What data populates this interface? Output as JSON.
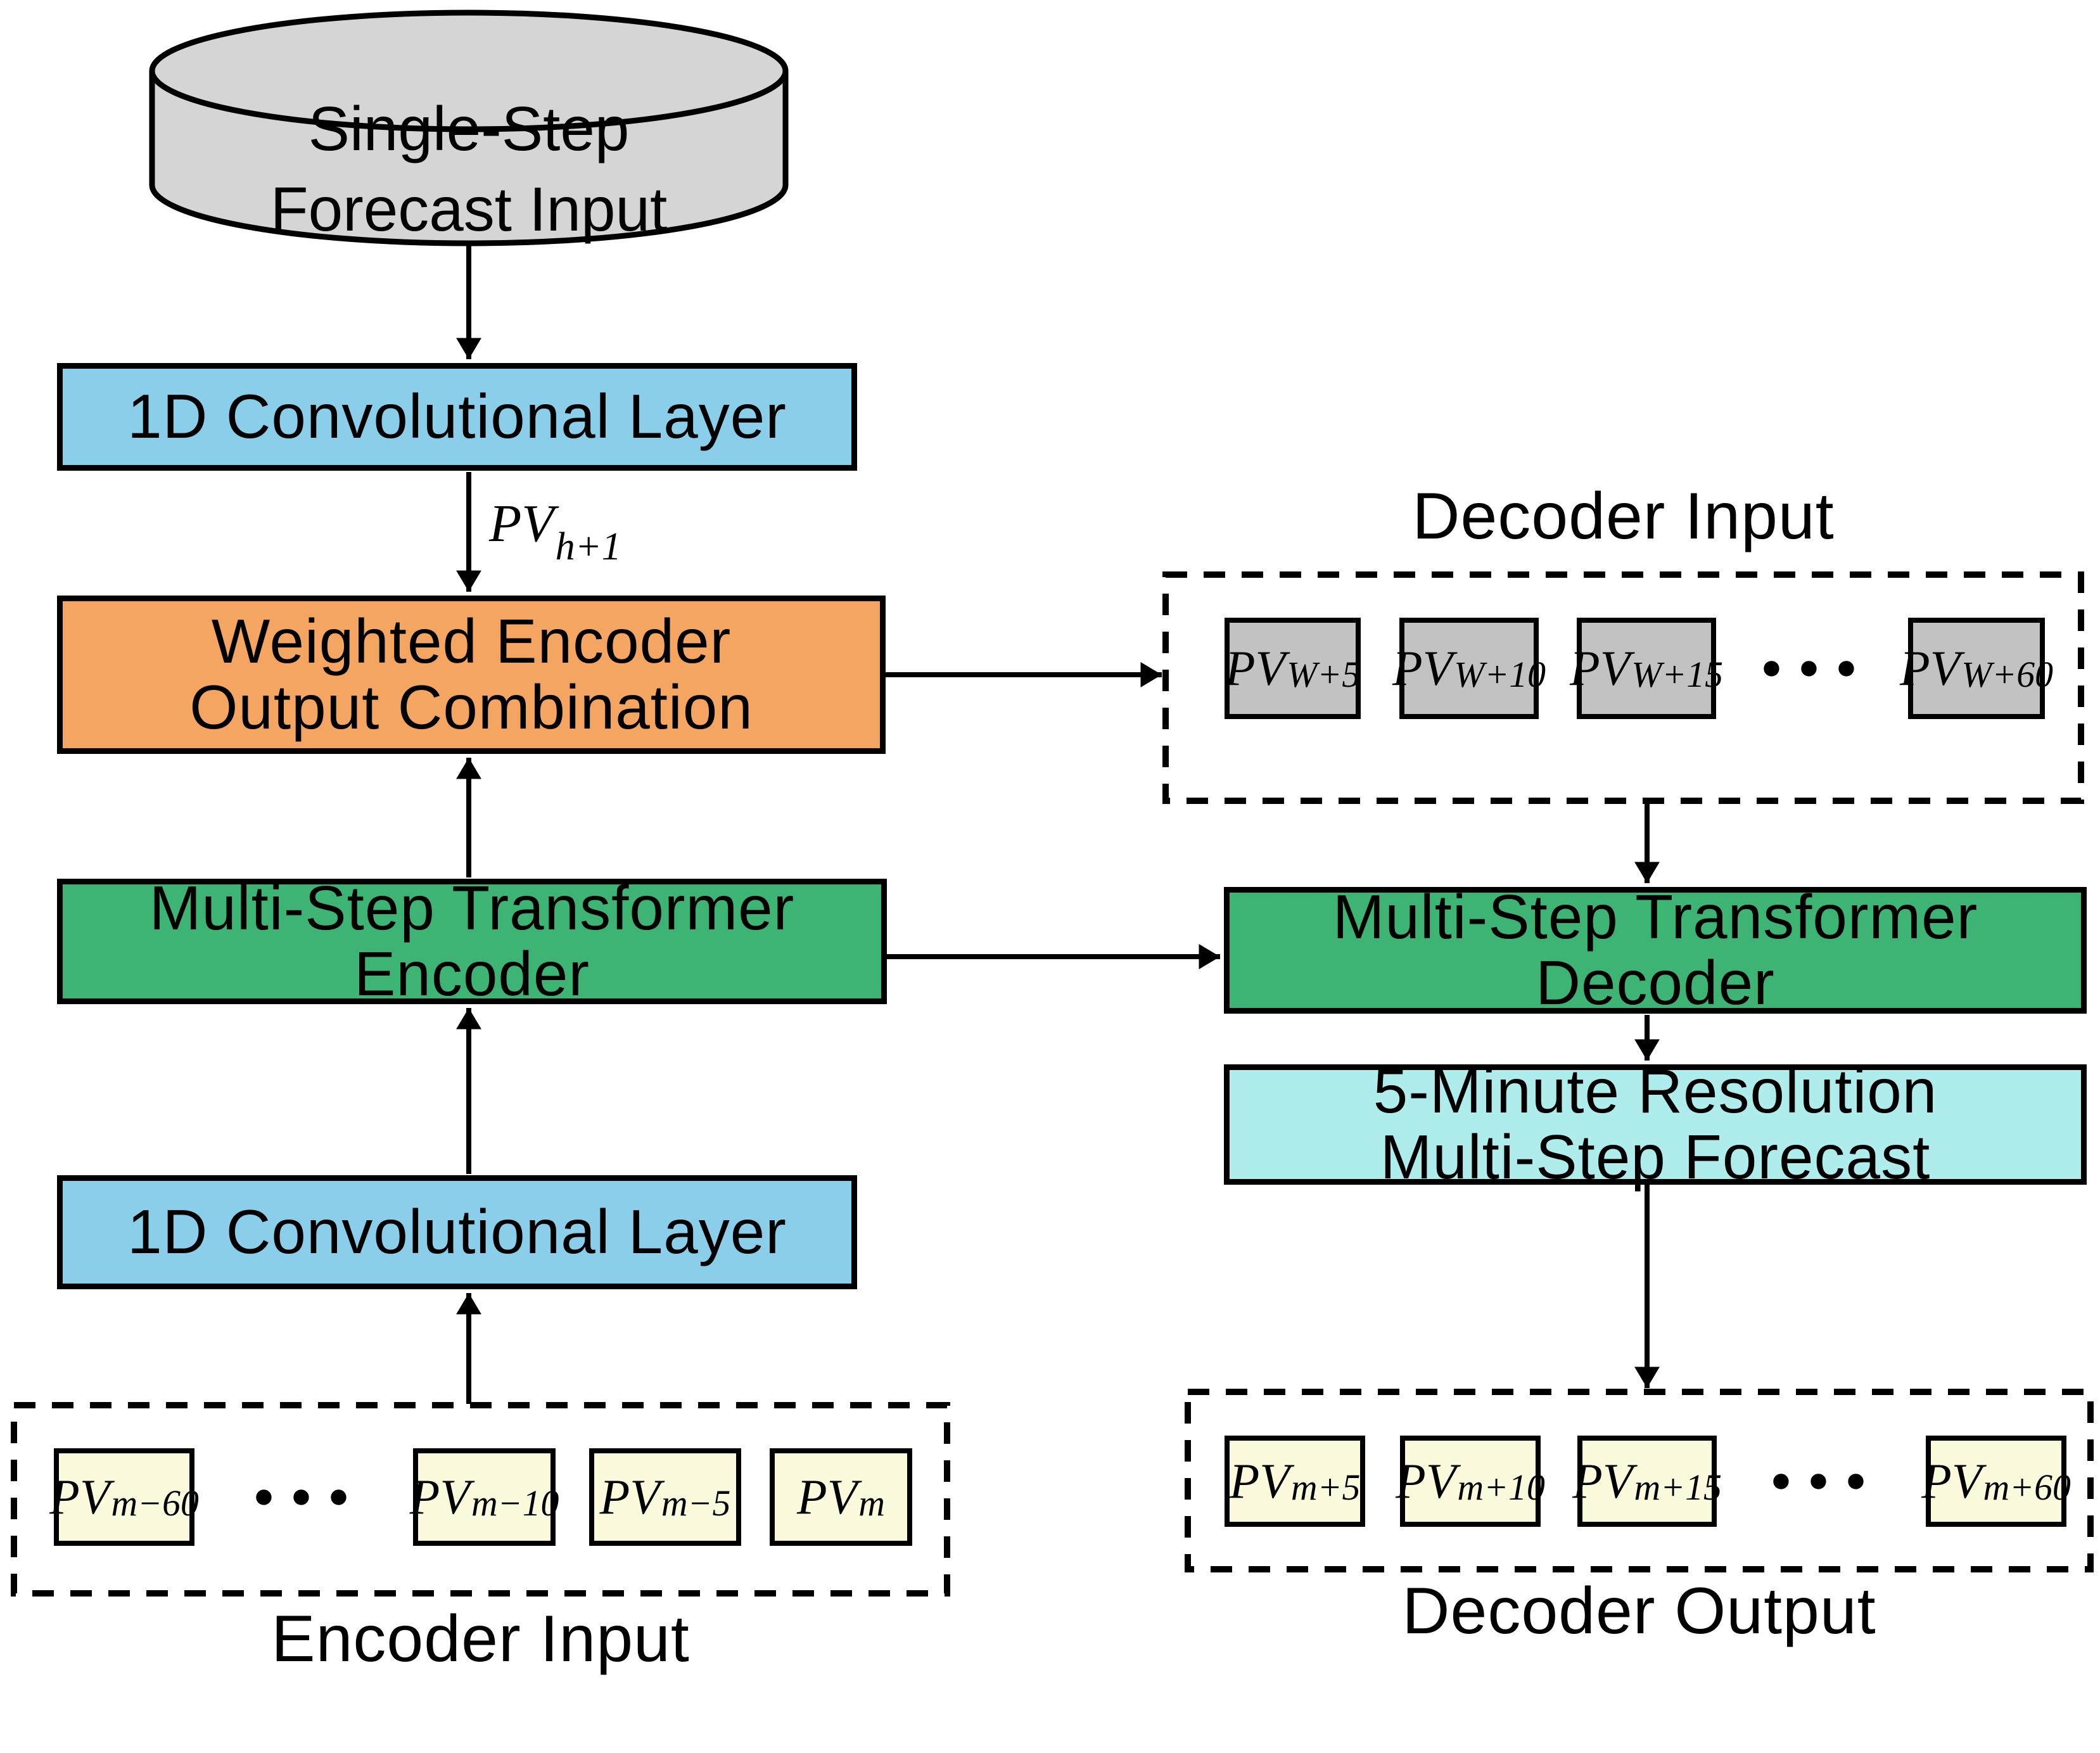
{
  "diagram": {
    "cylinder": {
      "line1": "Single-Step",
      "line2": "Forecast Input"
    },
    "conv_layer_top": {
      "label": "1D Convolutional Layer"
    },
    "pv_h1_label": {
      "base": "PV",
      "sub": "h+1"
    },
    "weighted_combination": {
      "line1": "Weighted Encoder",
      "line2": "Output Combination"
    },
    "transformer_encoder": {
      "line1": "Multi-Step Transformer",
      "line2": "Encoder"
    },
    "conv_layer_bottom": {
      "label": "1D Convolutional Layer"
    },
    "encoder_input": {
      "title": "Encoder Input",
      "ellipsis": "···",
      "tokens": [
        {
          "base": "PV",
          "sub": "m−60"
        },
        {
          "base": "PV",
          "sub": "m−10"
        },
        {
          "base": "PV",
          "sub": "m−5"
        },
        {
          "base": "PV",
          "sub": "m"
        }
      ]
    },
    "decoder_input": {
      "title": "Decoder Input",
      "ellipsis": "···",
      "tokens": [
        {
          "base": "PV",
          "sub": "W+5"
        },
        {
          "base": "PV",
          "sub": "W+10"
        },
        {
          "base": "PV",
          "sub": "W+15"
        },
        {
          "base": "PV",
          "sub": "W+60"
        }
      ]
    },
    "transformer_decoder": {
      "line1": "Multi-Step Transformer",
      "line2": "Decoder"
    },
    "forecast_box": {
      "line1": "5-Minute Resolution",
      "line2": "Multi-Step Forecast"
    },
    "decoder_output": {
      "title": "Decoder Output",
      "ellipsis": "···",
      "tokens": [
        {
          "base": "PV",
          "sub": "m+5"
        },
        {
          "base": "PV",
          "sub": "m+10"
        },
        {
          "base": "PV",
          "sub": "m+15"
        },
        {
          "base": "PV",
          "sub": "m+60"
        }
      ]
    }
  },
  "colors": {
    "cylinder_fill": "#D5D5D5",
    "conv_layer_fill": "#8BCEE9",
    "weighted_fill": "#F3A561",
    "transformer_fill": "#3DB473",
    "forecast_fill": "#AFECEC",
    "decoder_input_token_fill": "#C2C2C2",
    "pv_token_fill": "#FCFADC",
    "line_color": "#000000"
  }
}
